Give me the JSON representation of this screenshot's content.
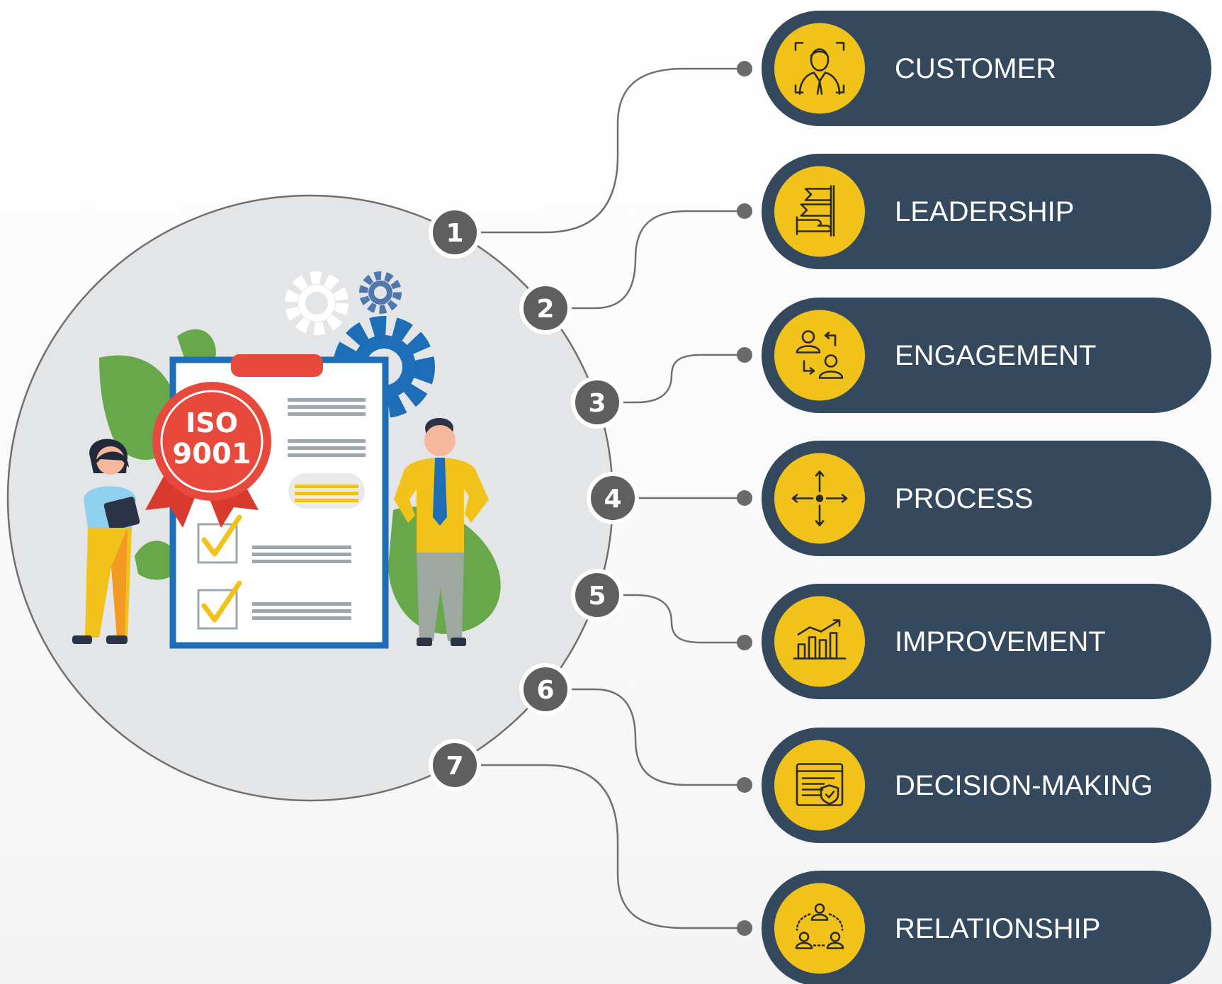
{
  "badge": {
    "line1": "ISO",
    "line2": "9001"
  },
  "items": [
    {
      "number": "1",
      "label": "CUSTOMER",
      "icon": "customer-icon"
    },
    {
      "number": "2",
      "label": "LEADERSHIP",
      "icon": "leadership-icon"
    },
    {
      "number": "3",
      "label": "ENGAGEMENT",
      "icon": "engagement-icon"
    },
    {
      "number": "4",
      "label": "PROCESS",
      "icon": "process-icon"
    },
    {
      "number": "5",
      "label": "IMPROVEMENT",
      "icon": "improvement-icon"
    },
    {
      "number": "6",
      "label": "DECISION-MAKING",
      "icon": "decision-making-icon"
    },
    {
      "number": "7",
      "label": "RELATIONSHIP",
      "icon": "relationship-icon"
    }
  ],
  "colors": {
    "pill": "#34495e",
    "icon_circle": "#f1c31a",
    "number_circle": "#5f5f5f",
    "connector": "#707070",
    "circle_fill": "#e4e5e7",
    "badge_red": "#e7493c",
    "clipboard_blue": "#1d6db7",
    "leaf_green": "#67a94a"
  }
}
